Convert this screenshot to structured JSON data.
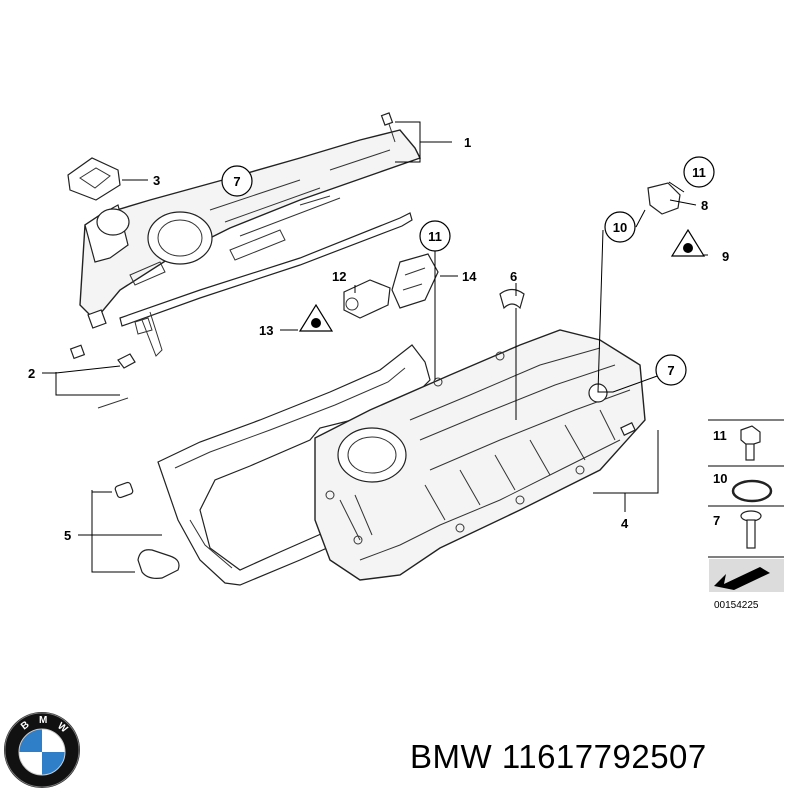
{
  "labels": {
    "l1": "1",
    "l2": "2",
    "l3": "3",
    "l4": "4",
    "l5": "5",
    "l6": "6",
    "l7": "7",
    "l8": "8",
    "l9": "9",
    "l10": "10",
    "l11": "11",
    "l12": "12",
    "l13": "13",
    "l14": "14"
  },
  "legend": {
    "item1": "11",
    "item2": "10",
    "item3": "7"
  },
  "diagram_id": "00154225",
  "caption": "BMW 11617792507",
  "logo": {
    "letters": "BMW",
    "colors": {
      "blue": "#2f7fc8",
      "white": "#ffffff",
      "ring": "#111111"
    }
  }
}
